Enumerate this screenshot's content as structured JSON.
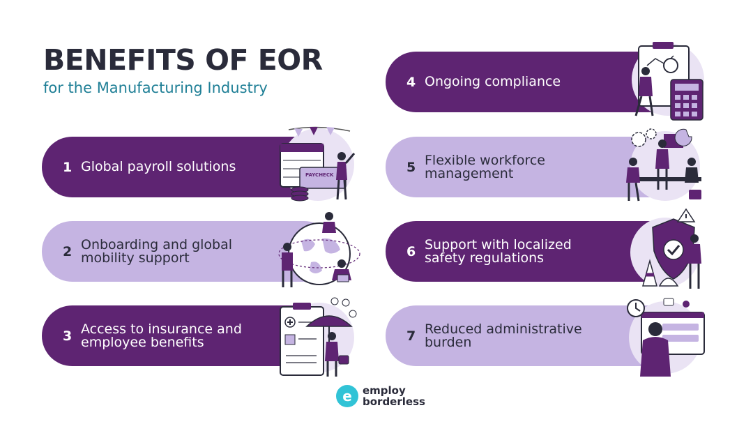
{
  "heading": {
    "title": "BENEFITS OF EOR",
    "subtitle": "for the Manufacturing Industry"
  },
  "benefits": [
    {
      "num": "1",
      "line1": "Global payroll solutions",
      "line2": ""
    },
    {
      "num": "2",
      "line1": "Onboarding and global",
      "line2": "mobility support"
    },
    {
      "num": "3",
      "line1": "Access to insurance and",
      "line2": "employee benefits"
    },
    {
      "num": "4",
      "line1": "Ongoing compliance",
      "line2": ""
    },
    {
      "num": "5",
      "line1": "Flexible workforce",
      "line2": "management"
    },
    {
      "num": "6",
      "line1": "Support with localized",
      "line2": "safety regulations"
    },
    {
      "num": "7",
      "line1": "Reduced administrative",
      "line2": "burden"
    }
  ],
  "illustrations": {
    "paycheck_label": "PAYCHECK"
  },
  "logo": {
    "mark": "e",
    "line1": "employ",
    "line2": "borderless"
  },
  "colors": {
    "dark_purple": "#5e2472",
    "light_purple": "#c5b4e2",
    "title": "#2a2b3a",
    "subtitle_teal": "#1f7f96",
    "logo_teal": "#31c3d6"
  }
}
